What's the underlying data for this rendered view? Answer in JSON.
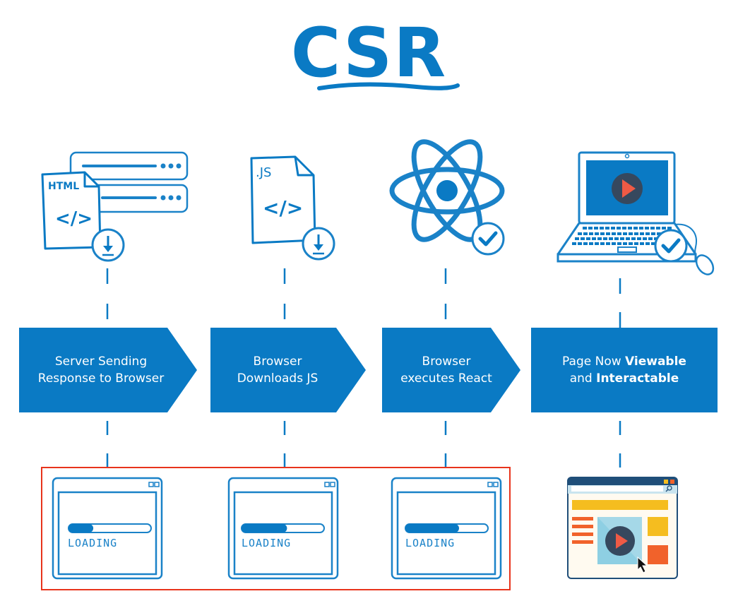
{
  "title": "CSR",
  "colors": {
    "primary_blue": "#0a7ac4",
    "highlight_red": "#e8341c",
    "play_dark": "#36485e",
    "play_red": "#ef5a45",
    "yellow": "#f5bd1f",
    "orange": "#f1622b",
    "light_blue": "#8ecfe3",
    "cream": "#fffaf0"
  },
  "steps": [
    {
      "icon": "html-file-server-icon",
      "file_label": "HTML",
      "code_glyph": "</>",
      "line1": "Server Sending",
      "line2": "Response to Browser",
      "loading_label": "LOADING",
      "progress": 0.3
    },
    {
      "icon": "js-file-download-icon",
      "file_label": ".JS",
      "code_glyph": "</>",
      "line1": "Browser",
      "line2": "Downloads JS",
      "loading_label": "LOADING",
      "progress": 0.55
    },
    {
      "icon": "react-atom-icon",
      "line1": "Browser",
      "line2": "executes React",
      "loading_label": "LOADING",
      "progress": 0.65
    },
    {
      "icon": "laptop-check-icon",
      "line1_plain": "Page Now ",
      "line1_bold": "Viewable",
      "line2_plain": "and ",
      "line2_bold": "Interactable"
    }
  ]
}
